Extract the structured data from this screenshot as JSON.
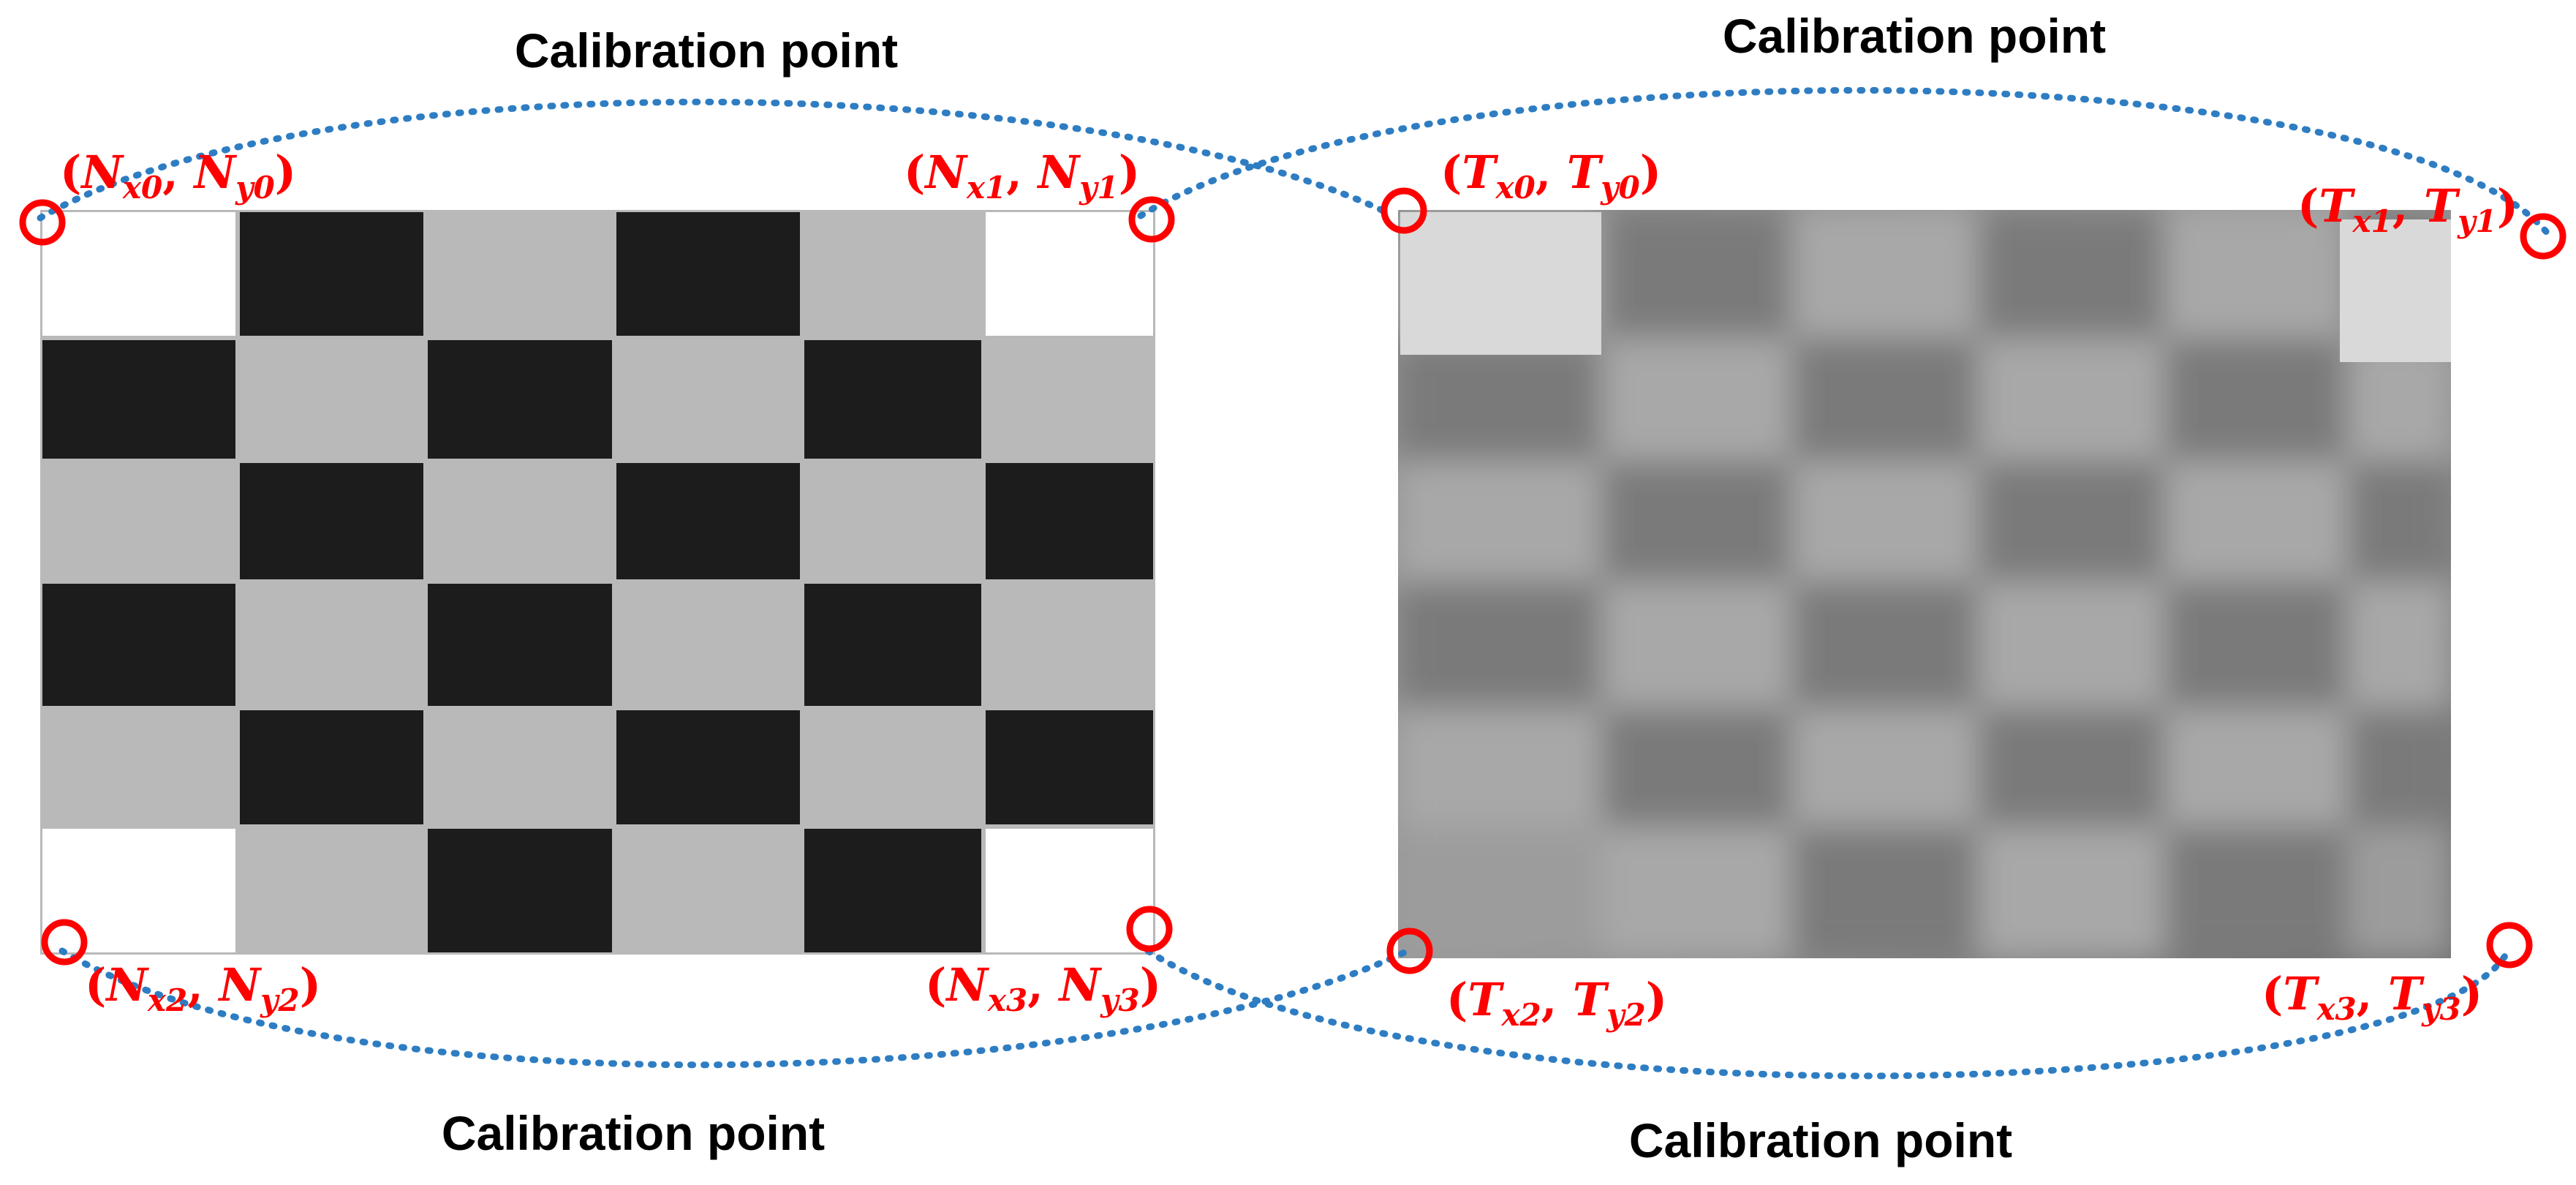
{
  "captions": {
    "top_left": "Calibration point",
    "top_right": "Calibration point",
    "bottom_left": "Calibration point",
    "bottom_right": "Calibration point"
  },
  "labels": {
    "nx0": {
      "letter": "N",
      "sub1": "x0",
      "sub2": "y0"
    },
    "nx1": {
      "letter": "N",
      "sub1": "x1",
      "sub2": "y1"
    },
    "nx2": {
      "letter": "N",
      "sub1": "x2",
      "sub2": "y2"
    },
    "nx3": {
      "letter": "N",
      "sub1": "x3",
      "sub2": "y3"
    },
    "tx0": {
      "letter": "T",
      "sub1": "x0",
      "sub2": "y0"
    },
    "tx1": {
      "letter": "T",
      "sub1": "x1",
      "sub2": "y1"
    },
    "tx2": {
      "letter": "T",
      "sub1": "x2",
      "sub2": "y2"
    },
    "tx3": {
      "letter": "T",
      "sub1": "x3",
      "sub2": "y3"
    }
  },
  "colors": {
    "marker": "#ff0000",
    "label": "#ff0000",
    "ellipse": "#2e7dc2",
    "checker_dark": "#1c1c1c",
    "checker_light": "#b9b9b9",
    "white_tile": "#ffffff",
    "thermal_bg": "#8a8a8a"
  }
}
